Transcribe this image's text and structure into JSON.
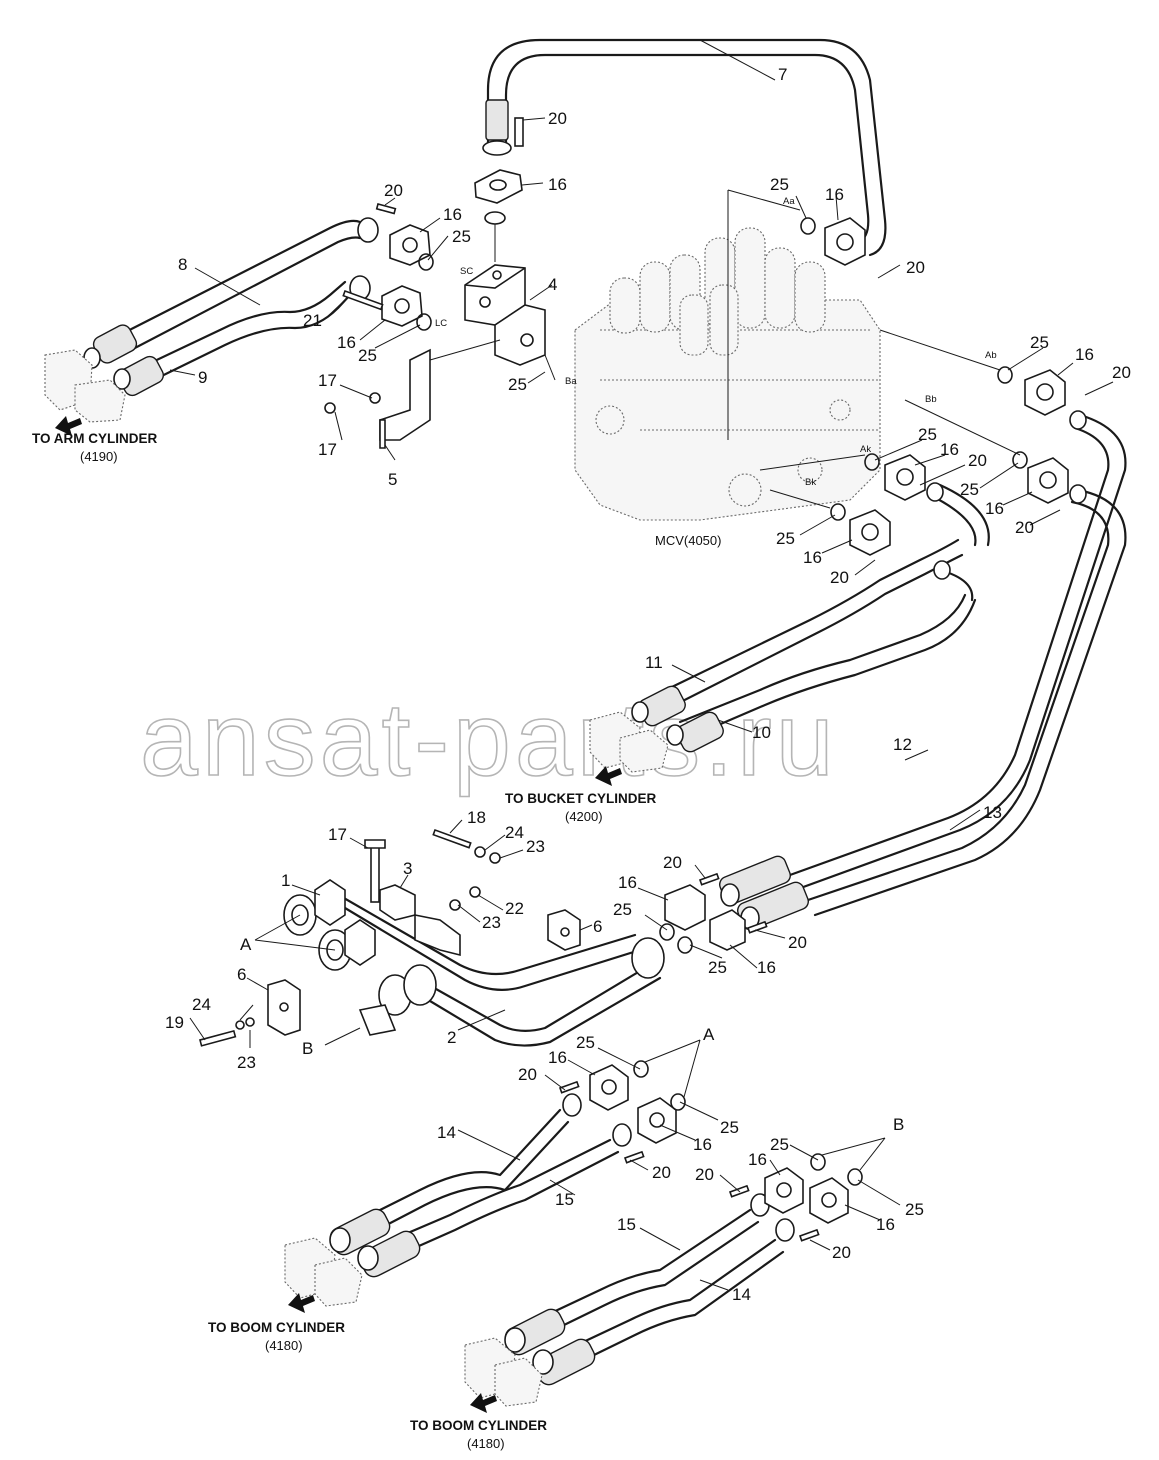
{
  "watermark": "ansat-parts.ru",
  "destinations": {
    "arm": {
      "title": "TO ARM CYLINDER",
      "code": "(4190)"
    },
    "bucket": {
      "title": "TO BUCKET CYLINDER",
      "code": "(4200)"
    },
    "boom_left": {
      "title": "TO BOOM CYLINDER",
      "code": "(4180)"
    },
    "boom_right": {
      "title": "TO BOOM CYLINDER",
      "code": "(4180)"
    }
  },
  "mcv_label": "MCV(4050)",
  "detail_letters": {
    "a": "A",
    "b": "B"
  },
  "ports": {
    "sc": "SC",
    "lc": "LC",
    "ba": "Ba",
    "aa": "Aa",
    "ab": "Ab",
    "bb": "Bb",
    "ak": "Ak",
    "bk": "Bk"
  },
  "callouts": [
    {
      "id": "c7",
      "text": "7"
    },
    {
      "id": "c20a",
      "text": "20"
    },
    {
      "id": "c16a",
      "text": "16"
    },
    {
      "id": "c20b",
      "text": "20"
    },
    {
      "id": "c16b",
      "text": "16"
    },
    {
      "id": "c25a",
      "text": "25"
    },
    {
      "id": "c8",
      "text": "8"
    },
    {
      "id": "c4",
      "text": "4"
    },
    {
      "id": "c21",
      "text": "21"
    },
    {
      "id": "c16c",
      "text": "16"
    },
    {
      "id": "c25b",
      "text": "25"
    },
    {
      "id": "c9",
      "text": "9"
    },
    {
      "id": "c17a",
      "text": "17"
    },
    {
      "id": "c17b",
      "text": "17"
    },
    {
      "id": "c5",
      "text": "5"
    },
    {
      "id": "c25c",
      "text": "25"
    },
    {
      "id": "c25d",
      "text": "25"
    },
    {
      "id": "c16d",
      "text": "16"
    },
    {
      "id": "c20c",
      "text": "20"
    },
    {
      "id": "c25e",
      "text": "25"
    },
    {
      "id": "c16e",
      "text": "16"
    },
    {
      "id": "c20d",
      "text": "20"
    },
    {
      "id": "c25f",
      "text": "25"
    },
    {
      "id": "c16f",
      "text": "16"
    },
    {
      "id": "c20e",
      "text": "20"
    },
    {
      "id": "c25g",
      "text": "25"
    },
    {
      "id": "c16g",
      "text": "16"
    },
    {
      "id": "c20f",
      "text": "20"
    },
    {
      "id": "c25h",
      "text": "25"
    },
    {
      "id": "c16h",
      "text": "16"
    },
    {
      "id": "c20g",
      "text": "20"
    },
    {
      "id": "c11",
      "text": "11"
    },
    {
      "id": "c10",
      "text": "10"
    },
    {
      "id": "c12",
      "text": "12"
    },
    {
      "id": "c13",
      "text": "13"
    },
    {
      "id": "c17c",
      "text": "17"
    },
    {
      "id": "c18",
      "text": "18"
    },
    {
      "id": "c24a",
      "text": "24"
    },
    {
      "id": "c23a",
      "text": "23"
    },
    {
      "id": "c3",
      "text": "3"
    },
    {
      "id": "c1",
      "text": "1"
    },
    {
      "id": "c22",
      "text": "22"
    },
    {
      "id": "c23b",
      "text": "23"
    },
    {
      "id": "c6a",
      "text": "6"
    },
    {
      "id": "c20h",
      "text": "20"
    },
    {
      "id": "c16i",
      "text": "16"
    },
    {
      "id": "c25i",
      "text": "25"
    },
    {
      "id": "c20i",
      "text": "20"
    },
    {
      "id": "c25j",
      "text": "25"
    },
    {
      "id": "c16j",
      "text": "16"
    },
    {
      "id": "c6b",
      "text": "6"
    },
    {
      "id": "c24b",
      "text": "24"
    },
    {
      "id": "c19",
      "text": "19"
    },
    {
      "id": "c23c",
      "text": "23"
    },
    {
      "id": "c2",
      "text": "2"
    },
    {
      "id": "c25k",
      "text": "25"
    },
    {
      "id": "c16k",
      "text": "16"
    },
    {
      "id": "c20j",
      "text": "20"
    },
    {
      "id": "c14a",
      "text": "14"
    },
    {
      "id": "c25l",
      "text": "25"
    },
    {
      "id": "c16l",
      "text": "16"
    },
    {
      "id": "c20k",
      "text": "20"
    },
    {
      "id": "c15a",
      "text": "15"
    },
    {
      "id": "c25m",
      "text": "25"
    },
    {
      "id": "c16m",
      "text": "16"
    },
    {
      "id": "c20l",
      "text": "20"
    },
    {
      "id": "c25n",
      "text": "25"
    },
    {
      "id": "c16n",
      "text": "16"
    },
    {
      "id": "c20m",
      "text": "20"
    },
    {
      "id": "c15b",
      "text": "15"
    },
    {
      "id": "c14b",
      "text": "14"
    }
  ]
}
